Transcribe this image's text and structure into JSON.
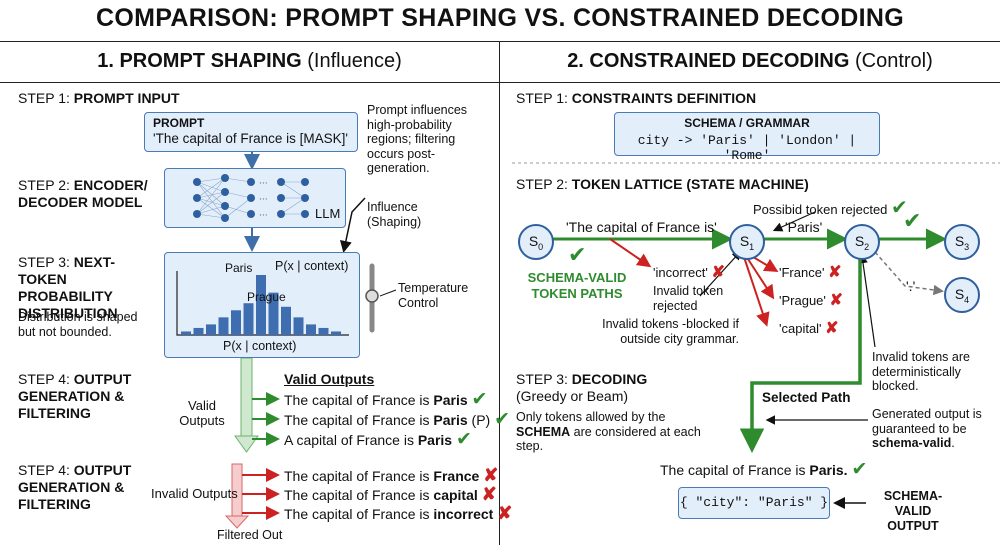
{
  "title": "COMPARISON: PROMPT SHAPING VS. CONSTRAINED DECODING",
  "left": {
    "heading_bold": "1. PROMPT SHAPING",
    "heading_rest": " (Influence)",
    "step1": {
      "label": "STEP 1: ",
      "bold": "PROMPT INPUT"
    },
    "prompt_box": {
      "title": "PROMPT",
      "text": "'The capital of France is [MASK]'"
    },
    "prompt_note": "Prompt influences high-probability regions; filtering occurs post-generation.",
    "step2": {
      "label": "STEP 2: ",
      "bold": "ENCODER/ DECODER MODEL"
    },
    "llm_label": "LLM",
    "influence_note": "Influence (Shaping)",
    "step3": {
      "label": "STEP 3: ",
      "bold": "NEXT-TOKEN PROBABILITY DISTRIBUTION"
    },
    "step3_note": "Distribution is shaped but not bounded.",
    "dist_top_label": "P(x | context)",
    "dist_bottom_label": "P(x | context)",
    "dist_paris": "Paris",
    "dist_prague": "Prague",
    "temperature_label": "Temperature Control",
    "step4a": {
      "label": "STEP 4: ",
      "bold": "OUTPUT GENERATION & FILTERING"
    },
    "valid_side_label": "Valid Outputs",
    "valid_heading": "Valid Outputs",
    "valid_outputs": [
      {
        "pre": "The capital of France is ",
        "bold": "Paris",
        "post": ""
      },
      {
        "pre": "The capital of France is ",
        "bold": "Paris",
        "post": " (P)"
      },
      {
        "pre": "A capital of France is ",
        "bold": "Paris",
        "post": ""
      }
    ],
    "step4b": {
      "label": "STEP 4: ",
      "bold": "OUTPUT GENERATION & FILTERING"
    },
    "invalid_side_label": "Invalid Outputs",
    "invalid_outputs": [
      {
        "pre": "The capital of France is ",
        "bold": "France"
      },
      {
        "pre": "The capital of France is ",
        "bold": "capital"
      },
      {
        "pre": "The capital of France is ",
        "bold": "incorrect"
      }
    ],
    "filtered_out": "Filtered Out"
  },
  "right": {
    "heading_bold": "2. CONSTRAINED DECODING",
    "heading_rest": " (Control)",
    "step1": {
      "label": "STEP 1: ",
      "bold": "CONSTRAINTS DEFINITION"
    },
    "schema_title": "SCHEMA / GRAMMAR",
    "schema_text": "city -> 'Paris' | 'London' | 'Rome'",
    "step2": {
      "label": "STEP 2: ",
      "bold": "TOKEN LATTICE (STATE MACHINE)"
    },
    "rejected_note": "Possibid token rejected",
    "states": {
      "s0": "S",
      "s1": "S",
      "s2": "S",
      "s3": "S",
      "s4": "S",
      "sub0": "0",
      "sub1": "1",
      "sub2": "2",
      "sub3": "3",
      "sub4": "4"
    },
    "edge_prefix": "'The capital of France is'",
    "edge_paris": "'Paris'",
    "edge_dot": "'.'",
    "schema_valid_paths": "SCHEMA-VALID TOKEN PATHS",
    "incorrect_token": "'incorrect'",
    "invalid_rejected": "Invalid token rejected",
    "branch_tokens": [
      "'France'",
      "'Prague'",
      "'capital'"
    ],
    "blocked_note": "Invalid tokens -blocked if outside city grammar.",
    "deterministic_note": "Invalid tokens are deterministically blocked.",
    "step3": {
      "label": "STEP 3: ",
      "bold": "DECODING"
    },
    "step3_sub": "(Greedy or Beam)",
    "step3_note_pre": "Only tokens allowed by the ",
    "step3_note_bold": "SCHEMA",
    "step3_note_post": " are considered at each step.",
    "selected_path": "Selected Path",
    "guarantee_pre": "Generated output is guaranteed to be ",
    "guarantee_bold": "schema-valid",
    "guarantee_post": ".",
    "final_pre": "The capital of France is ",
    "final_bold": "Paris.",
    "json_output": "{ \"city\": \"Paris\" }",
    "schema_valid_output": "SCHEMA-VALID OUTPUT"
  },
  "chart_data": {
    "type": "bar",
    "values": [
      1,
      2,
      3,
      5,
      7,
      9,
      17,
      12,
      8,
      5,
      3,
      2,
      1
    ]
  },
  "colors": {
    "green": "#2e8b2e",
    "red": "#cc2222",
    "blue": "#2e5f9e",
    "box": "#e3eefb"
  }
}
